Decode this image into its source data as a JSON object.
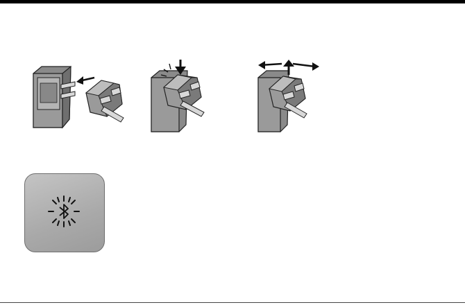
{
  "figures": [
    {
      "id": "step1",
      "icon": "adapter-attach-icon"
    },
    {
      "id": "step2",
      "icon": "adapter-press-icon"
    },
    {
      "id": "step3",
      "icon": "adapter-remove-icon"
    }
  ],
  "indicator": {
    "icon": "bluetooth-blink-icon",
    "tile_color": "#b2b2b2"
  }
}
